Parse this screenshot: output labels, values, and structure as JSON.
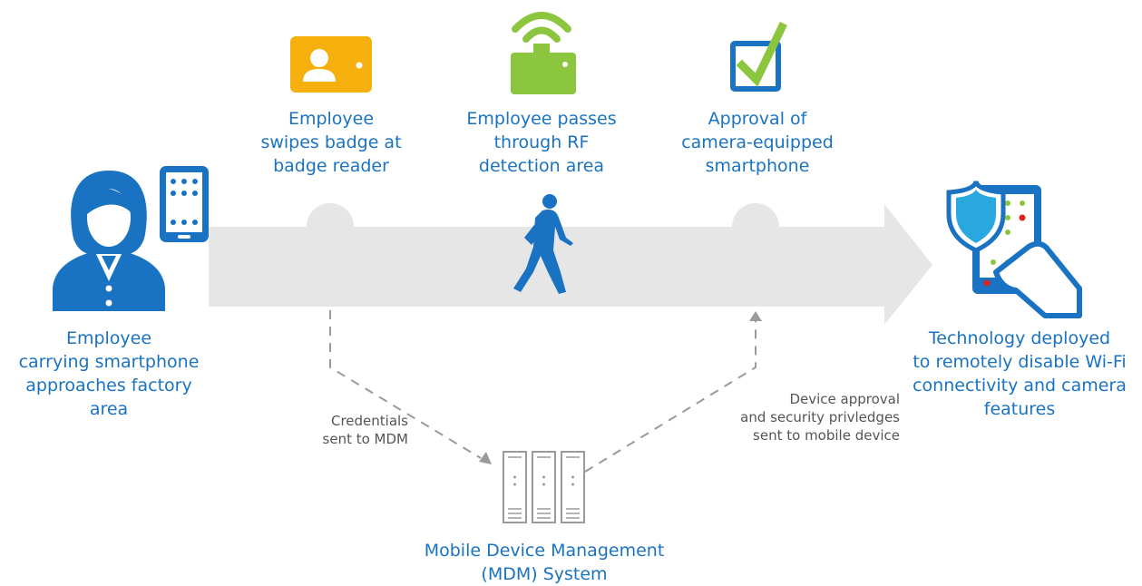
{
  "steps": {
    "employee": "Employee\ncarrying smartphone\napproaches factory\narea",
    "badge": "Employee\nswipes badge at\nbadge reader",
    "rf": "Employee passes\nthrough RF\ndetection area",
    "approval": "Approval of\ncamera-equipped\nsmartphone",
    "technology": "Technology deployed\nto remotely disable Wi-Fi\nconnectivity and camera\nfeatures"
  },
  "flows": {
    "credentials": "Credentials\nsent to MDM",
    "device_approval": "Device approval\nand security privledges\nsent to mobile device"
  },
  "mdm": "Mobile Device Management\n(MDM) System",
  "icons": [
    "person-icon",
    "smartphone-icon",
    "badge-icon",
    "rf-detector-icon",
    "checkbox-icon",
    "walking-person-icon",
    "server-icon",
    "shield-phone-icon"
  ],
  "colors": {
    "primary_blue": "#1a73c2",
    "badge_orange": "#f5b00d",
    "rf_green": "#8cc63e",
    "arrow_gray": "#e6e6e6",
    "dash_gray": "#9a9a9a",
    "alert_red": "#e02020"
  }
}
